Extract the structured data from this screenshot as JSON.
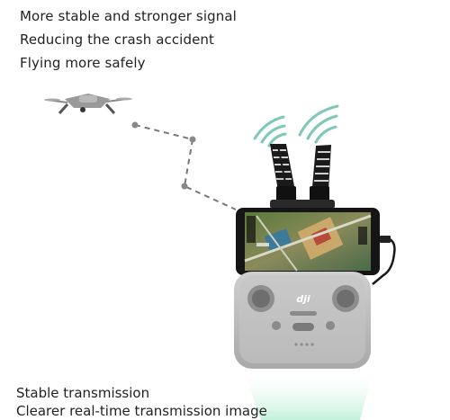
{
  "features": [
    "More stable and stronger signal",
    "Reducing the crash accident",
    "Flying more safely"
  ],
  "caption": {
    "line1": "Stable transmission",
    "line2": "Clearer real-time transmission image"
  },
  "logo_text": "dji",
  "colors": {
    "signal_waves": "#7ec8b8",
    "controller_body": "#bfbfbf",
    "antenna": "#1a1a1a",
    "beam": "#bff0d8",
    "flight_path": "#777777"
  }
}
